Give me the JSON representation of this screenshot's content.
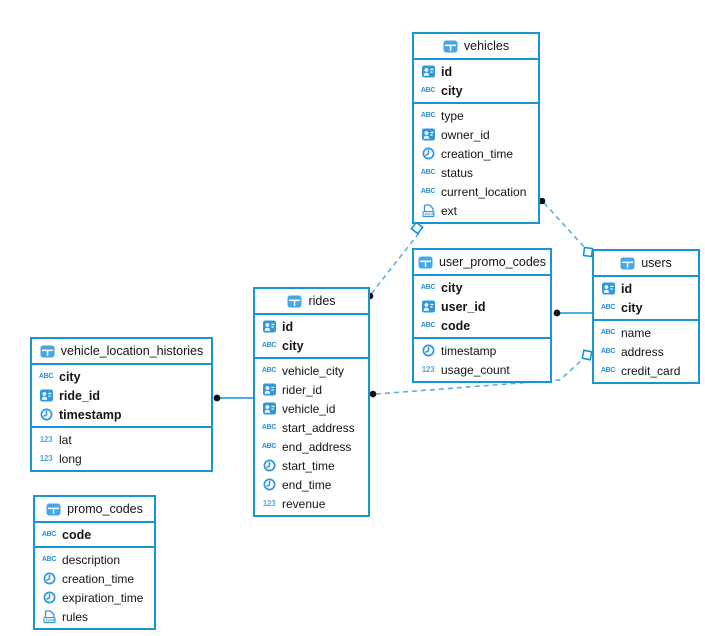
{
  "diagram": {
    "colors": {
      "table_border": "#1694d6",
      "dashed_line": "#5ab0e4",
      "solid_line": "#1694d6",
      "dot_marker": "#111111",
      "header_icon": "#45a7e6",
      "id_icon": "#2f97dc",
      "text_icon": "#2a8fd2",
      "number_icon": "#55a9e2"
    },
    "tables": [
      {
        "id": "vehicles",
        "title": "vehicles",
        "header_icon": "table-icon",
        "key_columns": [
          {
            "name": "id",
            "icon": "id"
          },
          {
            "name": "city",
            "icon": "text"
          }
        ],
        "columns": [
          {
            "name": "type",
            "icon": "text"
          },
          {
            "name": "owner_id",
            "icon": "id"
          },
          {
            "name": "creation_time",
            "icon": "time"
          },
          {
            "name": "status",
            "icon": "text"
          },
          {
            "name": "current_location",
            "icon": "text"
          },
          {
            "name": "ext",
            "icon": "json"
          }
        ]
      },
      {
        "id": "user_promo_codes",
        "title": "user_promo_codes",
        "header_icon": "table-icon",
        "key_columns": [
          {
            "name": "city",
            "icon": "text"
          },
          {
            "name": "user_id",
            "icon": "id"
          },
          {
            "name": "code",
            "icon": "text"
          }
        ],
        "columns": [
          {
            "name": "timestamp",
            "icon": "time"
          },
          {
            "name": "usage_count",
            "icon": "number"
          }
        ]
      },
      {
        "id": "users",
        "title": "users",
        "header_icon": "table-icon",
        "key_columns": [
          {
            "name": "id",
            "icon": "id"
          },
          {
            "name": "city",
            "icon": "text"
          }
        ],
        "columns": [
          {
            "name": "name",
            "icon": "text"
          },
          {
            "name": "address",
            "icon": "text"
          },
          {
            "name": "credit_card",
            "icon": "text"
          }
        ]
      },
      {
        "id": "rides",
        "title": "rides",
        "header_icon": "table-icon",
        "key_columns": [
          {
            "name": "id",
            "icon": "id"
          },
          {
            "name": "city",
            "icon": "text"
          }
        ],
        "columns": [
          {
            "name": "vehicle_city",
            "icon": "text"
          },
          {
            "name": "rider_id",
            "icon": "id"
          },
          {
            "name": "vehicle_id",
            "icon": "id"
          },
          {
            "name": "start_address",
            "icon": "text"
          },
          {
            "name": "end_address",
            "icon": "text"
          },
          {
            "name": "start_time",
            "icon": "time"
          },
          {
            "name": "end_time",
            "icon": "time"
          },
          {
            "name": "revenue",
            "icon": "number"
          }
        ]
      },
      {
        "id": "vehicle_location_histories",
        "title": "vehicle_location_histories",
        "header_icon": "table-icon",
        "key_columns": [
          {
            "name": "city",
            "icon": "text"
          },
          {
            "name": "ride_id",
            "icon": "id"
          },
          {
            "name": "timestamp",
            "icon": "time"
          }
        ],
        "columns": [
          {
            "name": "lat",
            "icon": "number"
          },
          {
            "name": "long",
            "icon": "number"
          }
        ]
      },
      {
        "id": "promo_codes",
        "title": "promo_codes",
        "header_icon": "table-icon",
        "key_columns": [
          {
            "name": "code",
            "icon": "text"
          }
        ],
        "columns": [
          {
            "name": "description",
            "icon": "text"
          },
          {
            "name": "creation_time",
            "icon": "time"
          },
          {
            "name": "expiration_time",
            "icon": "time"
          },
          {
            "name": "rules",
            "icon": "json"
          }
        ]
      }
    ],
    "connections": [
      {
        "from": "vehicles",
        "to": "rides",
        "style": "dashed",
        "from_marker": "diamond",
        "to_marker": "dot"
      },
      {
        "from": "vehicles",
        "to": "users",
        "style": "dashed",
        "from_marker": "dot",
        "to_marker": "diamond"
      },
      {
        "from": "rides",
        "to": "users",
        "style": "dashed",
        "from_marker": "dot",
        "to_marker": "diamond"
      },
      {
        "from": "vehicle_location_histories",
        "to": "rides",
        "style": "solid",
        "from_marker": "dot",
        "to_marker": "none"
      },
      {
        "from": "user_promo_codes",
        "to": "users",
        "style": "solid",
        "from_marker": "dot",
        "to_marker": "none"
      }
    ]
  }
}
